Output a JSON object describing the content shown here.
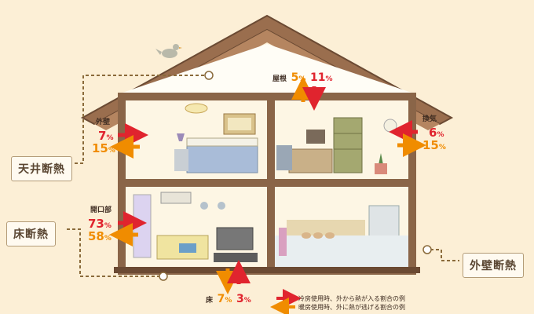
{
  "labels": {
    "ceiling": "天井断熱",
    "floor": "床断熱",
    "wall": "外壁断熱"
  },
  "items": {
    "roof": {
      "name": "屋根",
      "in": "5",
      "out": "11"
    },
    "vent": {
      "name": "換気",
      "in": "6",
      "out": "15"
    },
    "exterior_wall": {
      "name": "外壁",
      "in": "7",
      "out": "15"
    },
    "openings": {
      "name": "開口部",
      "in": "73",
      "out": "58"
    },
    "floor": {
      "name": "床",
      "in": "7",
      "out": "3"
    },
    "unit": "%"
  },
  "legend": {
    "cooling": "冷房使用時、外から熱が入る割合の例",
    "heating": "暖房使用時、外に熱が逃げる割合の例"
  },
  "colors": {
    "red_arrow": "#e0242e",
    "orange_arrow": "#f08c00",
    "house_wall": "#8a6548",
    "dashed_line": "#8a6a3a"
  }
}
